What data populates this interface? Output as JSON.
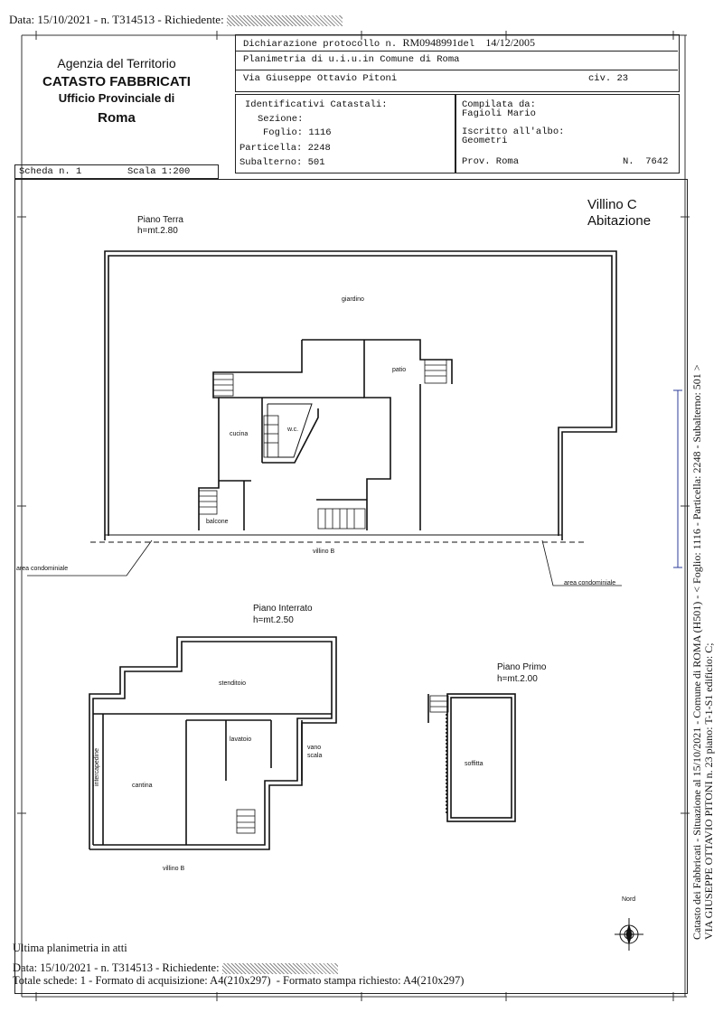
{
  "top_header": {
    "text": "Data: 15/10/2021 - n. T314513 - Richiedente:"
  },
  "agency": {
    "line1": "Agenzia del Territorio",
    "line2": "CATASTO FABBRICATI",
    "line3": "Ufficio Provinciale di",
    "line4": "Roma"
  },
  "declaration": {
    "protocol_label": "Dichiarazione protocollo n.",
    "protocol_number": "RM0948991",
    "date_label": "del",
    "date": "14/12/2005",
    "plan_line": "Planimetria di u.i.u.in Comune di Roma",
    "street": "Via Giuseppe Ottavio Pitoni",
    "civ": "civ. 23"
  },
  "identifiers": {
    "title": "Identificativi Catastali:",
    "sezione": "Sezione:",
    "foglio": "Foglio: 1116",
    "particella": "Particella: 2248",
    "subalterno": "Subalterno: 501"
  },
  "compiler": {
    "compiled_label": "Compilata da:",
    "compiled_name": "Fagioli Mario",
    "albo_label": "Iscritto all'albo:",
    "albo_value": "Geometri",
    "prov": "Prov. Roma",
    "number": "N.  7642"
  },
  "sheet": {
    "scheda": "Scheda n. 1",
    "scala": "Scala 1:200"
  },
  "building": {
    "name": "Villino C",
    "use": "Abitazione"
  },
  "floors": {
    "terra": {
      "title": "Piano Terra",
      "height": "h=mt.2.80"
    },
    "interrato": {
      "title": "Piano Interrato",
      "height": "h=mt.2.50"
    },
    "primo": {
      "title": "Piano Primo",
      "height": "h=mt.2.00"
    }
  },
  "rooms": {
    "giardino": "giardino",
    "patio": "patio",
    "wc": "w.c.",
    "cucina": "cucina",
    "balcone": "balcone",
    "villino_b_top": "villino B",
    "area_cond_left": "area condominiale",
    "area_cond_right": "area condominiale",
    "stenditoio": "stenditoio",
    "intercapedine": "intercapedine",
    "lavatoio": "lavatoio",
    "vano_scala_1": "vano",
    "vano_scala_2": "scala",
    "cantina": "cantina",
    "villino_b_bottom": "villino B",
    "soffitta": "soffitta"
  },
  "compass": {
    "label": "Nord"
  },
  "footer": {
    "last_plan": "Ultima planimetria in atti",
    "data_line": "Data: 15/10/2021 - n. T314513 - Richiedente:",
    "totals": "Totale schede: 1 - Formato di acquisizione: A4(210x297)  - Formato stampa richiesto: A4(210x297)"
  },
  "side_text": {
    "line1": "Catasto dei Fabbricati - Situazione al 15/10/2021 - Comune di ROMA (H501) - < Foglio: 1116 - Particella: 2248 - Subalterno: 501 >",
    "line2": "VIA GIUSEPPE OTTAVIO PITONI n. 23 piano: T-1-S1 edificio: C;"
  }
}
